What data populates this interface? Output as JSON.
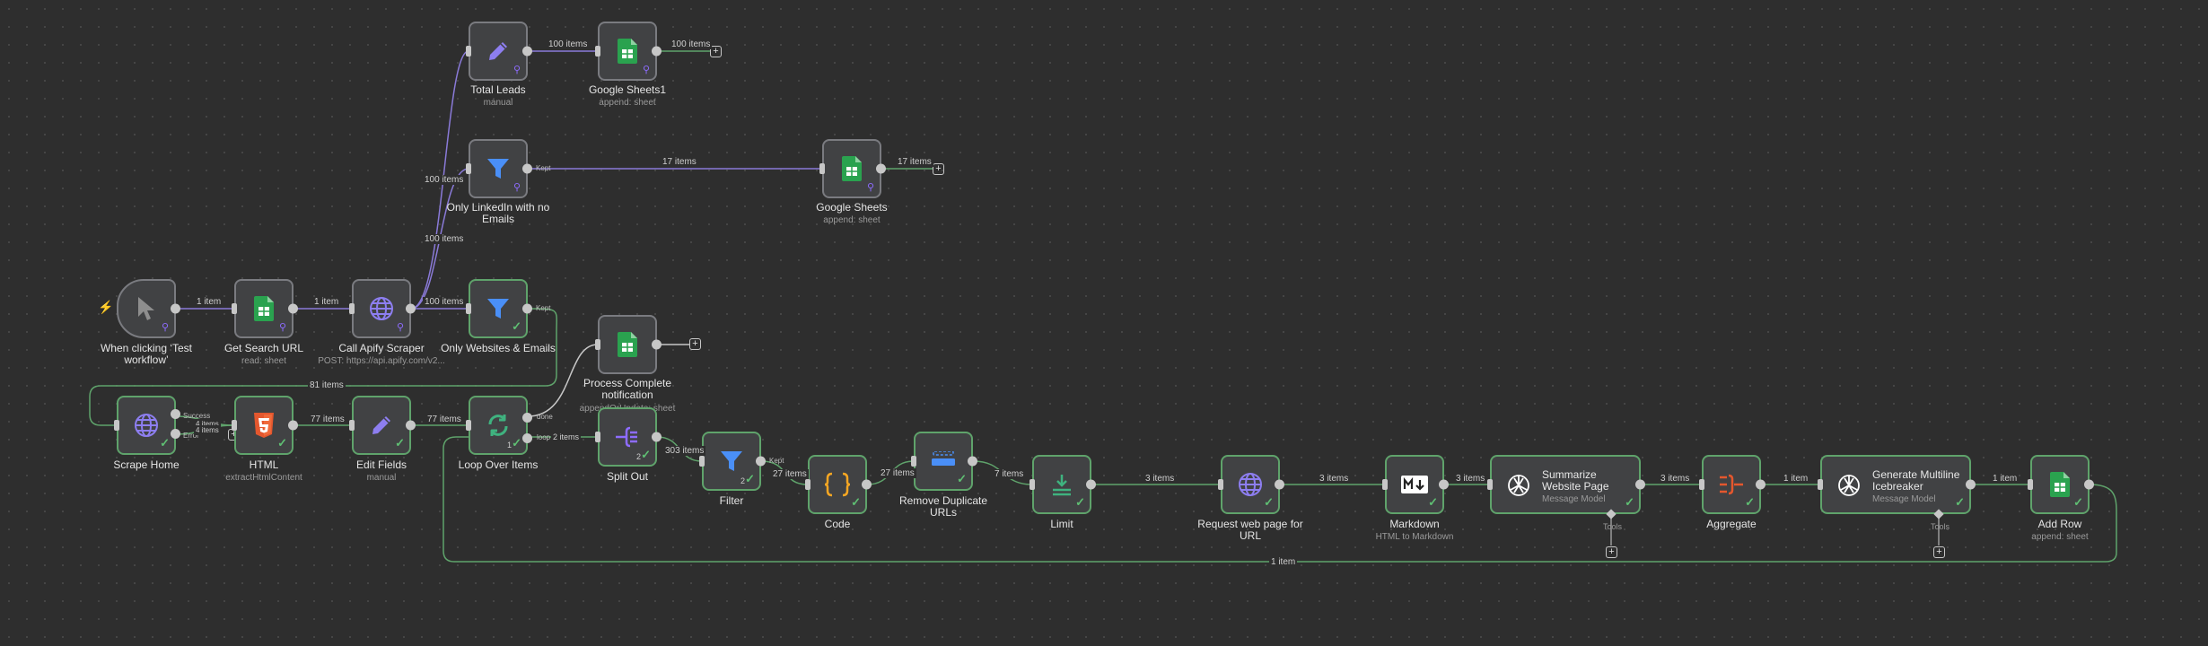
{
  "nodes": {
    "trigger": {
      "label": "When clicking ‘Test workflow’"
    },
    "get_search_url": {
      "label": "Get Search URL",
      "sub": "read: sheet"
    },
    "call_apify": {
      "label": "Call Apify Scraper",
      "sub": "POST: https://api.apify.com/v2..."
    },
    "total_leads": {
      "label": "Total Leads",
      "sub": "manual"
    },
    "google_sheets1": {
      "label": "Google Sheets1",
      "sub": "append: sheet"
    },
    "only_linkedin": {
      "label": "Only LinkedIn with no Emails"
    },
    "google_sheets": {
      "label": "Google Sheets",
      "sub": "append: sheet"
    },
    "only_websites": {
      "label": "Only Websites & Emails"
    },
    "process_complete": {
      "label": "Process Complete notification",
      "sub": "appendOrUpdate: sheet"
    },
    "scrape_home": {
      "label": "Scrape Home"
    },
    "html": {
      "label": "HTML",
      "sub": "extractHtmlContent"
    },
    "edit_fields": {
      "label": "Edit Fields",
      "sub": "manual"
    },
    "loop_over_items": {
      "label": "Loop Over Items"
    },
    "split_out": {
      "label": "Split Out"
    },
    "filter": {
      "label": "Filter"
    },
    "code": {
      "label": "Code"
    },
    "remove_duplicates": {
      "label": "Remove Duplicate URLs"
    },
    "limit": {
      "label": "Limit"
    },
    "request_web_page": {
      "label": "Request web page for URL"
    },
    "markdown": {
      "label": "Markdown",
      "sub": "HTML to Markdown"
    },
    "summarize": {
      "title": "Summarize Website Page",
      "sub": "Message Model",
      "tools": "Tools"
    },
    "aggregate": {
      "label": "Aggregate"
    },
    "icebreaker": {
      "title": "Generate Multiline Icebreaker",
      "sub": "Message Model",
      "tools": "Tools"
    },
    "add_row": {
      "label": "Add Row",
      "sub": "append: sheet"
    }
  },
  "counts": {
    "loop_over_items": "1",
    "split_out": "2",
    "filter": "2"
  },
  "edges": {
    "trigger_to_get": "1 item",
    "get_to_apify": "1 item",
    "apify_to_websites": "100 items",
    "apify_to_linkedin": "100 items",
    "apify_to_total": "100 items",
    "total_to_sheets1": "100 items",
    "sheets1_out": "100 items",
    "linkedin_to_sheets": "17 items",
    "sheets_out": "17 items",
    "websites_loop": "81 items",
    "scrape_to_html": "4 items",
    "scrape_error": "4 items",
    "html_to_edit": "77 items",
    "edit_to_loop": "77 items",
    "loop_to_split": "2 items",
    "split_to_filter": "303 items",
    "filter_to_code": "27 items",
    "code_to_remove": "27 items",
    "remove_to_limit": "7 items",
    "limit_to_request": "3 items",
    "request_to_markdown": "3 items",
    "markdown_to_summarize": "3 items",
    "summarize_to_aggregate": "3 items",
    "aggregate_to_ice": "1 item",
    "ice_to_add": "1 item",
    "add_back_to_loop": "1 item"
  },
  "ports": {
    "kept": "Kept",
    "success": "Success",
    "error": "Error",
    "done": "done",
    "loop": "loop"
  },
  "colors": {
    "background": "#2e2e2e",
    "node": "#414244",
    "success_border": "#5fa36b",
    "purple_edge": "#8a7ad8",
    "green_edge": "#5fa36b",
    "sheets_green": "#2aa24f",
    "filter_blue": "#4a8ff7",
    "html_orange": "#e4572e"
  },
  "icons": {
    "trigger": "cursor-icon",
    "sheets": "google-sheets-icon",
    "http": "globe-icon",
    "set": "pencil-icon",
    "filter": "filter-icon",
    "html": "html5-icon",
    "loop": "loop-icon",
    "split": "split-out-icon",
    "code": "code-braces-icon",
    "dedupe": "remove-duplicates-icon",
    "limit": "limit-icon",
    "markdown": "markdown-icon",
    "openai": "openai-icon",
    "aggregate": "aggregate-icon"
  }
}
